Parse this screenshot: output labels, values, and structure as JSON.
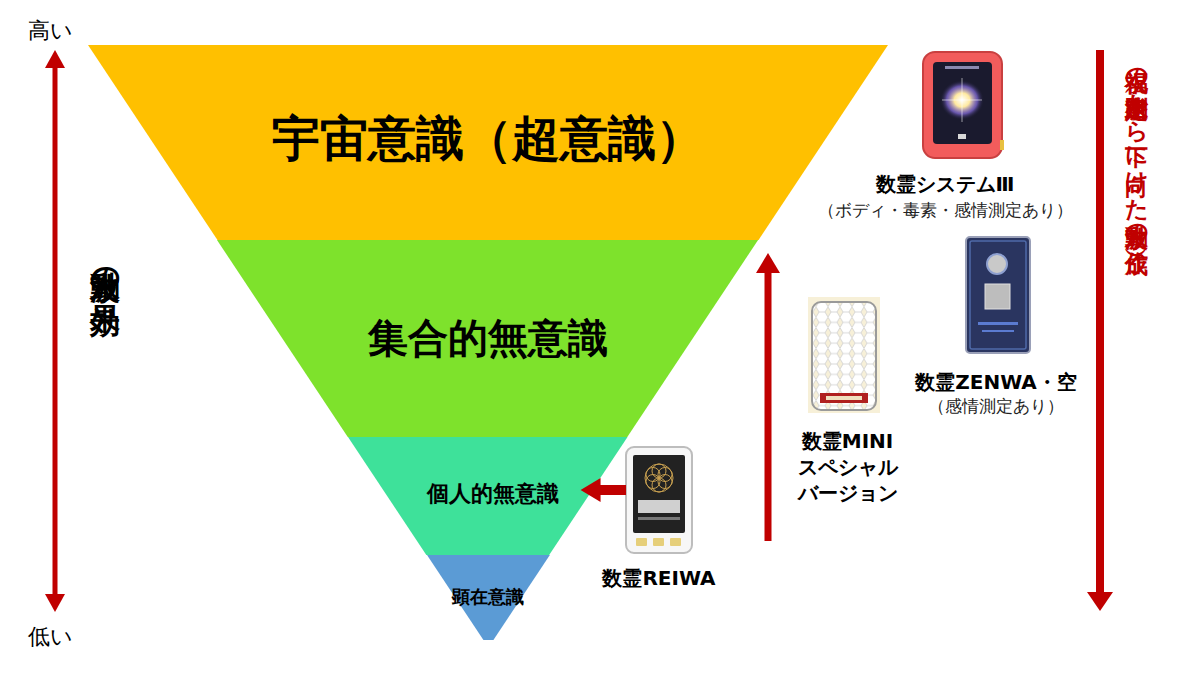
{
  "diagram": {
    "nodes": [
      {
        "text": [
          "宇宙意識（超意識）"
        ]
      },
      {
        "text": [
          "集合的無意識"
        ]
      },
      {
        "text": [
          "個人的無意識"
        ]
      },
      {
        "text": [
          "顕在意識"
        ]
      },
      {
        "text": [
          "数霊システムⅢ",
          "（ボディ・毒素・感情測定あり）"
        ]
      },
      {
        "text": [
          "数霊ZENWA・空",
          "（感情測定あり）"
        ]
      },
      {
        "text": [
          "数霊MINI スペシャル バージョン"
        ]
      },
      {
        "text": [
          "数霊REIWA"
        ]
      }
    ],
    "edges": [
      {
        "from": 7,
        "to": 2,
        "arrow": "to"
      }
    ],
    "labels": [
      "高い",
      "低い",
      "波動水の効果",
      "祝福の水路測定（上から下に向けた波動水の作成）"
    ]
  }
}
